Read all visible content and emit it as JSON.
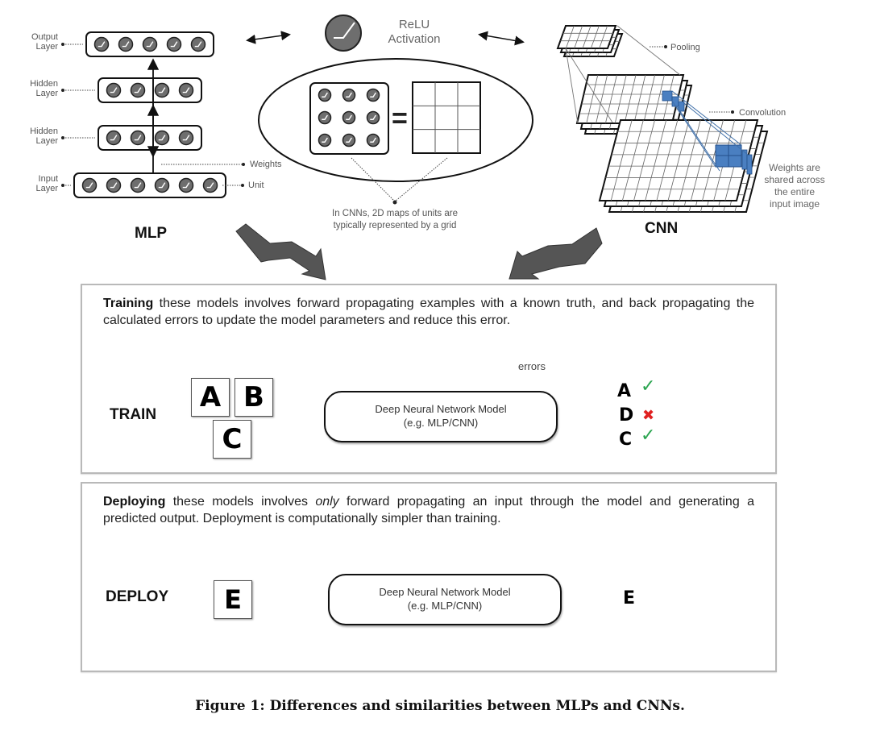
{
  "mlp": {
    "title": "MLP",
    "layers": [
      {
        "label_line1": "Output",
        "label_line2": "Layer",
        "units": 5
      },
      {
        "label_line1": "Hidden",
        "label_line2": "Layer",
        "units": 4
      },
      {
        "label_line1": "Hidden",
        "label_line2": "Layer",
        "units": 4
      },
      {
        "label_line1": "Input",
        "label_line2": "Layer",
        "units": 6
      }
    ],
    "weights_label": "Weights",
    "unit_label": "Unit"
  },
  "relu": {
    "label_line1": "ReLU",
    "label_line2": "Activation",
    "grid_rows": 3,
    "grid_cols": 3,
    "equals": "=",
    "note_line1": "In CNNs, 2D maps of units are",
    "note_line2": "typically represented by a grid"
  },
  "cnn": {
    "title": "CNN",
    "pooling_label": "Pooling",
    "convolution_label": "Convolution",
    "shared_line1": "Weights are",
    "shared_line2": "shared across",
    "shared_line3": "the entire",
    "shared_line4": "input image",
    "accent_color": "#4a7fc1"
  },
  "training": {
    "bold_word": "Training",
    "text": " these models involves forward propagating examples with a known truth, and back propagating the calculated errors to update the model parameters and reduce this error.",
    "stage_label": "TRAIN",
    "inputs": [
      "A",
      "B",
      "C"
    ],
    "model_line1": "Deep Neural Network Model",
    "model_line2": "(e.g. MLP/CNN)",
    "errors_label": "errors",
    "outputs": [
      {
        "letter": "A",
        "status": "correct",
        "mark": "✓"
      },
      {
        "letter": "D",
        "status": "wrong",
        "mark": "✖"
      },
      {
        "letter": "C",
        "status": "correct",
        "mark": "✓"
      }
    ]
  },
  "deploying": {
    "bold_word": "Deploying",
    "text_before_italic": " these models involves ",
    "italic_word": "only",
    "text_after_italic": " forward propagating an input through the model and generating a predicted output.  Deployment is computationally simpler than training.",
    "stage_label": "DEPLOY",
    "input": "E",
    "model_line1": "Deep Neural Network Model",
    "model_line2": "(e.g. MLP/CNN)",
    "output": "E"
  },
  "colors": {
    "arrow_blue": "#4a7fc1",
    "check_green": "#2aa44f",
    "cross_red": "#e02020",
    "dark_arrow": "#555555",
    "unit_fill": "#6e6e6e"
  },
  "caption": "Figure 1: Differences and similarities between MLPs and CNNs."
}
